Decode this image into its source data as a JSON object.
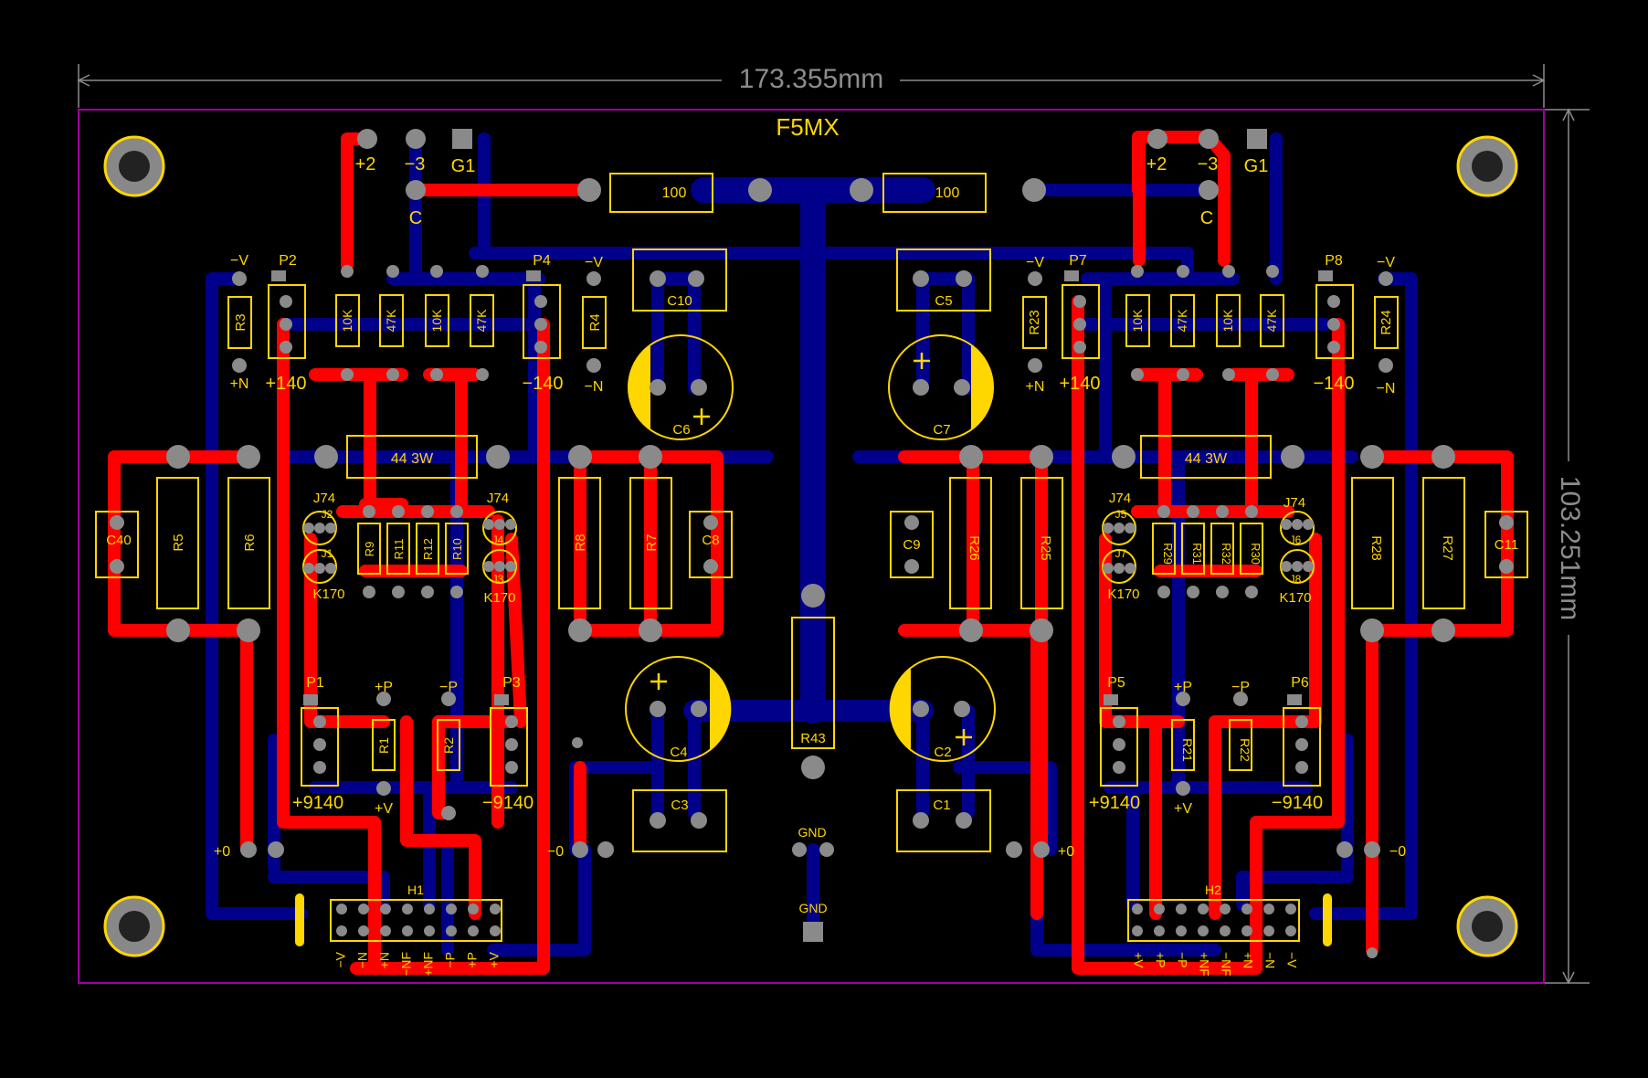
{
  "board": {
    "title": "F5MX",
    "width_dimension": "173.355mm",
    "height_dimension": "103.251mm"
  },
  "colors": {
    "background": "#000000",
    "top_copper": "#ff0000",
    "bottom_copper": "#00008b",
    "silkscreen": "#ffd700",
    "outline": "#a000a0",
    "pad": "#8a8a8a",
    "dimension": "#8c8c8c"
  },
  "left": {
    "pins": {
      "p2": "+2",
      "m3": "−3",
      "g1": "G1",
      "c": "C"
    },
    "resistor_top": "100",
    "headers": {
      "p1": "P1",
      "p2": "P2",
      "p3": "P3",
      "p4": "P4"
    },
    "rails": {
      "mv1": "−V",
      "mv2": "−V",
      "pn": "+N",
      "mn": "−N",
      "pp": "+P",
      "mp": "−P",
      "pv": "+V",
      "p0": "+0",
      "m0": "−0"
    },
    "header_values": {
      "p2": "+140",
      "p4": "−140",
      "p1": "+9140",
      "p3": "−9140"
    },
    "pot_values": [
      "10K",
      "47K",
      "10K",
      "47K"
    ],
    "refs": {
      "r3": "R3",
      "r4": "R4",
      "r5": "R5",
      "r6": "R6",
      "r7": "R7",
      "r8": "R8",
      "r9": "R9",
      "r10": "R10",
      "r11": "R11",
      "r12": "R12",
      "r1": "R1",
      "r2": "R2",
      "c40": "C40",
      "c8": "C8",
      "c10": "C10",
      "c6": "C6",
      "c4": "C4",
      "c3": "C3",
      "j1": "J1",
      "j2": "J2",
      "j3": "J3",
      "j4": "J4",
      "h1": "H1"
    },
    "power_resistor": "44 3W",
    "transistor_labels": {
      "ja": "J74",
      "jb": "J74",
      "ka": "K170",
      "kb": "K170"
    },
    "header_pins": [
      "−V",
      "−N",
      "+N",
      "−NF",
      "+NF",
      "−P",
      "+P",
      "+V"
    ]
  },
  "center": {
    "r43": "R43",
    "gnd1": "GND",
    "gnd2": "GND"
  },
  "right": {
    "pins": {
      "p2": "+2",
      "m3": "−3",
      "g1": "G1",
      "c": "C"
    },
    "resistor_top": "100",
    "headers": {
      "p5": "P5",
      "p6": "P6",
      "p7": "P7",
      "p8": "P8"
    },
    "rails": {
      "mv1": "−V",
      "mv2": "−V",
      "pn": "+N",
      "mn": "−N",
      "pp": "+P",
      "mp": "−P",
      "pv": "+V",
      "p0": "+0",
      "m0": "−0"
    },
    "header_values": {
      "p7": "+140",
      "p8": "−140",
      "p5": "+9140",
      "p6": "−9140"
    },
    "pot_values": [
      "10K",
      "47K",
      "10K",
      "47K"
    ],
    "refs": {
      "r23": "R23",
      "r24": "R24",
      "r25": "R25",
      "r26": "R26",
      "r27": "R27",
      "r28": "R28",
      "r29": "R29",
      "r30": "R30",
      "r31": "R31",
      "r32": "R32",
      "r21": "R21",
      "r22": "R22",
      "c9": "C9",
      "c11": "C11",
      "c5": "C5",
      "c7": "C7",
      "c2": "C2",
      "c1": "C1",
      "j5": "J5",
      "j6": "J6",
      "j7": "J7",
      "j8": "J8",
      "h2": "H2"
    },
    "power_resistor": "44 3W",
    "transistor_labels": {
      "ja": "J74",
      "jb": "J74",
      "ka": "K170",
      "kb": "K170"
    },
    "header_pins": [
      "+V",
      "+P",
      "−P",
      "+NF",
      "−NF",
      "+N",
      "−N",
      "−V"
    ]
  }
}
